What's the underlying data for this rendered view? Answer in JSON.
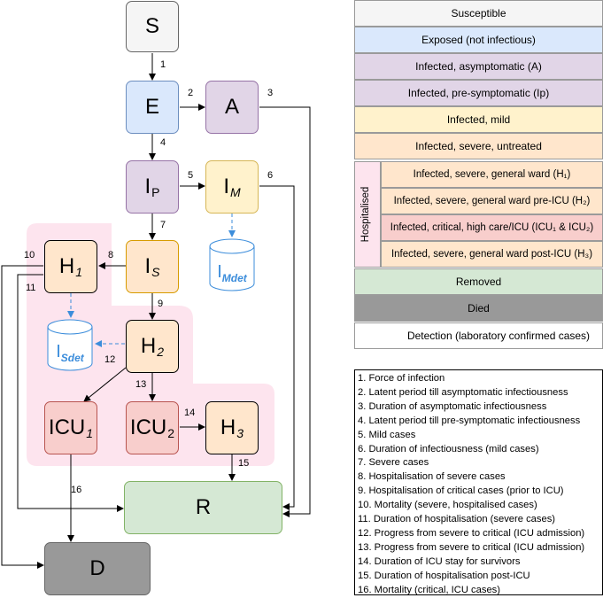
{
  "nodes": {
    "S": "S",
    "E": "E",
    "A": "A",
    "IP_main": "I",
    "IP_sub": "P",
    "IM_main": "I",
    "IM_sub": "M",
    "IS_main": "I",
    "IS_sub": "S",
    "H1_main": "H",
    "H1_sub": "1",
    "H2_main": "H",
    "H2_sub": "2",
    "ICU1_main": "ICU",
    "ICU1_sub": "1",
    "ICU2_main": "ICU",
    "ICU2_sub": "2",
    "H3_main": "H",
    "H3_sub": "3",
    "R": "R",
    "D": "D",
    "IMdet_main": "I",
    "IMdet_sub": "Mdet",
    "ISdet_main": "I",
    "ISdet_sub": "Sdet"
  },
  "edge_labels": [
    "1",
    "2",
    "3",
    "4",
    "5",
    "6",
    "7",
    "8",
    "9",
    "10",
    "11",
    "12",
    "13",
    "14",
    "15",
    "16"
  ],
  "legend": {
    "susceptible": "Susceptible",
    "exposed": "Exposed (not infectious)",
    "asymptomatic": "Infected, asymptomatic (A)",
    "presymptomatic": "Infected, pre-symptomatic (Ip)",
    "mild": "Infected, mild",
    "severe_untreated": "Infected, severe, untreated",
    "hospitalised_label": "Hospitalised",
    "h1": "Infected, severe, general ward (H₁)",
    "h2": "Infected, severe, general ward pre-ICU (H₂)",
    "icu": "Infected, critical, high care/ICU (ICU₁ & ICU₂)",
    "h3": "Infected, severe, general ward post-ICU (H₃)",
    "removed": "Removed",
    "died": "Died",
    "detection": "Detection (laboratory confirmed cases)"
  },
  "descriptions": [
    "1. Force of infection",
    "2. Latent period till asymptomatic infectiousness",
    "3. Duration of asymptomatic infectiousness",
    "4. Latent period till pre-symptomatic infectiousness",
    "5. Mild cases",
    "6. Duration of infectiousness (mild cases)",
    "7. Severe cases",
    "8. Hospitalisation of severe cases",
    "9. Hospitalisation of critical cases (prior to ICU)",
    "10. Mortality (severe, hospitalised cases)",
    "11. Duration of hospitalisation (severe cases)",
    "12. Progress from severe to critical (ICU admission)",
    "13. Progress from severe to critical (ICU admission)",
    "14. Duration of ICU stay for survivors",
    "15. Duration of hospitalisation post-ICU",
    "16. Mortality (critical, ICU cases)"
  ],
  "colors": {
    "susceptible": "#f5f5f5",
    "exposed": "#dae8fc",
    "infected": "#e1d5e7",
    "mild": "#fff2cc",
    "severe": "#ffe6cc",
    "icu": "#f8cecc",
    "removed": "#d5e8d4",
    "died": "#999999",
    "hospital_zone": "#fde4ee",
    "detection": "#3c8ddb"
  }
}
